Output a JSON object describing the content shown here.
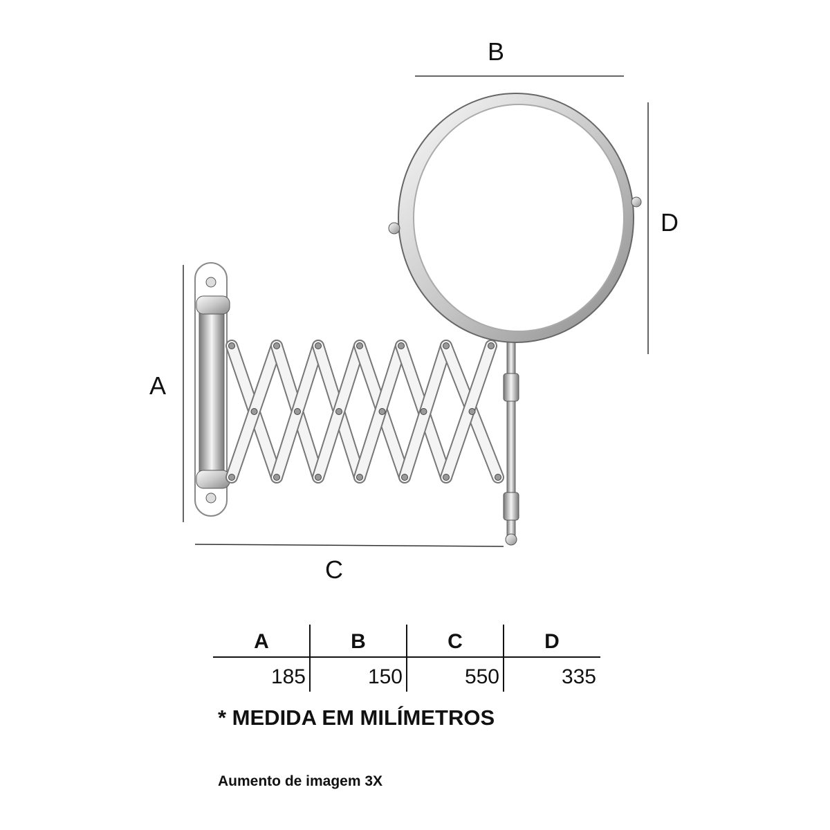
{
  "dimension_labels": {
    "A": "A",
    "B": "B",
    "C": "C",
    "D": "D"
  },
  "table": {
    "headers": [
      "A",
      "B",
      "C",
      "D"
    ],
    "values": [
      "185",
      "150",
      "550",
      "335"
    ]
  },
  "note": "* MEDIDA EM MILÍMETROS",
  "magnification": "Aumento de imagem 3X",
  "colors": {
    "line": "#111111",
    "chrome": "#b8b8b8",
    "chrome_light": "#f2f2f2"
  }
}
